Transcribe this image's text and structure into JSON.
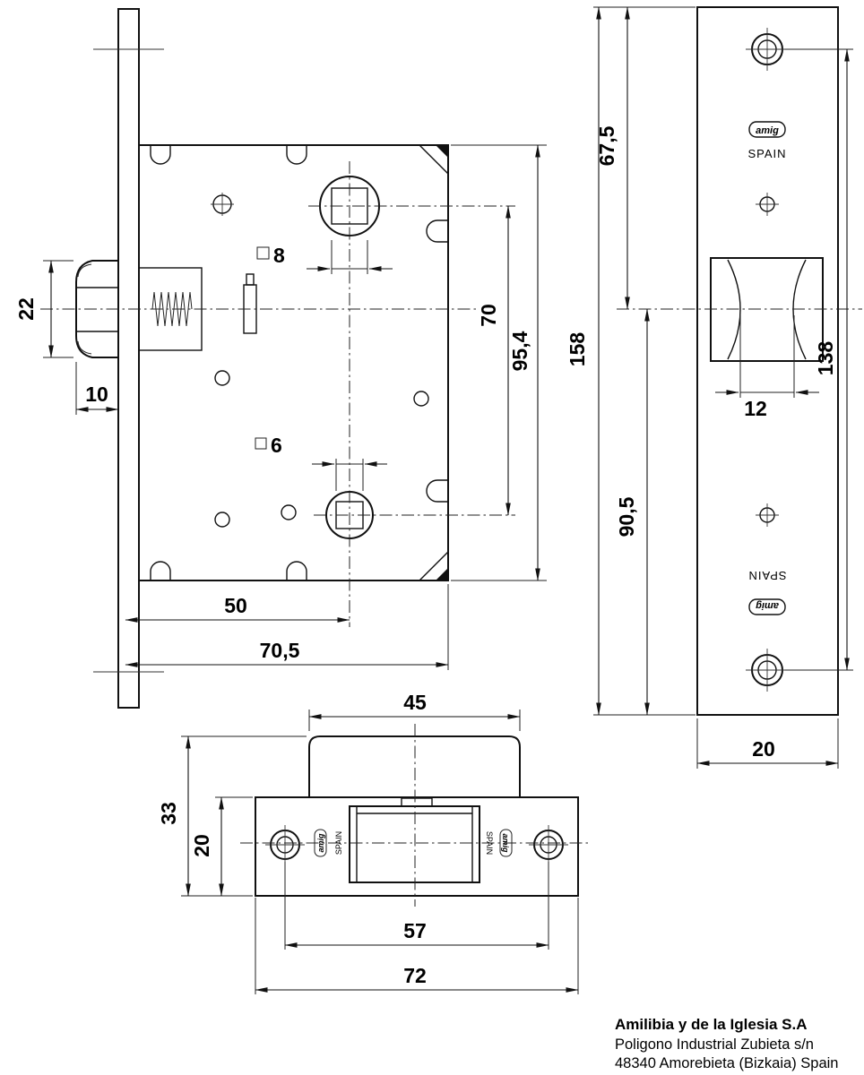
{
  "lock_body": {
    "dim_latch_height": "22",
    "dim_latch_protrusion": "10",
    "dim_spindle_top": "8",
    "dim_spindle_bottom": "6",
    "dim_centers": "70",
    "dim_case_height": "95,4",
    "dim_backset": "50",
    "dim_case_depth": "70,5"
  },
  "faceplate": {
    "dim_total_height": "158",
    "dim_top_to_axis": "67,5",
    "dim_axis_to_bottom": "90,5",
    "dim_screw_centers": "138",
    "dim_latch_width": "12",
    "dim_plate_width": "20",
    "brand_top": "SPAIN",
    "brand_bottom": "SPAIN",
    "logo_text_top": "amig",
    "logo_text_bottom": "amig"
  },
  "strike_plate": {
    "dim_box_width": "45",
    "dim_total_height": "33",
    "dim_plate_height": "20",
    "dim_screw_centers": "57",
    "dim_plate_width": "72",
    "brand_left": "SPAIN",
    "brand_right": "SPAIN",
    "logo_text_left": "amig",
    "logo_text_right": "amig"
  },
  "footer": {
    "company": "Amilibia y de la Iglesia S.A",
    "address_line1": "Poligono Industrial Zubieta s/n",
    "address_line2": "48340 Amorebieta (Bizkaia) Spain"
  }
}
